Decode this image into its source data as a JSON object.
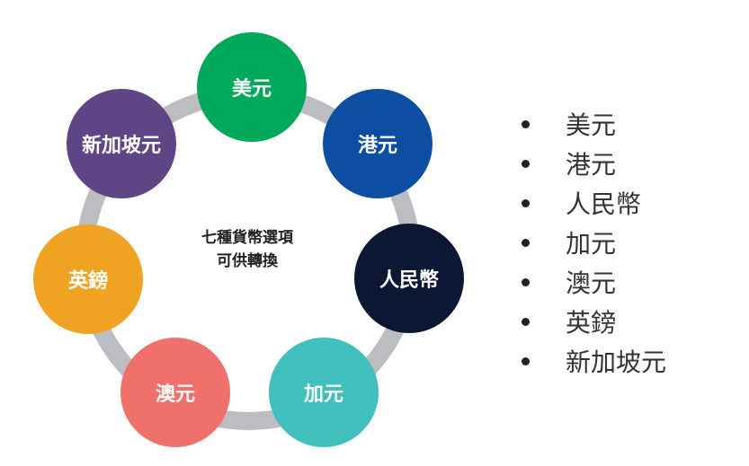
{
  "diagram": {
    "center_lines": [
      "七種貨幣選項",
      "可供轉換"
    ],
    "ring_color": "#bcbdc0",
    "nodes": [
      {
        "label": "美元",
        "color": "#00a859"
      },
      {
        "label": "港元",
        "color": "#0b4ea2"
      },
      {
        "label": "人民幣",
        "color": "#0b1733"
      },
      {
        "label": "加元",
        "color": "#40bfbd"
      },
      {
        "label": "澳元",
        "color": "#f0706b"
      },
      {
        "label": "英鎊",
        "color": "#f0a322"
      },
      {
        "label": "新加坡元",
        "color": "#5e4586"
      }
    ]
  },
  "list": {
    "items": [
      "美元",
      "港元",
      "人民幣",
      "加元",
      "澳元",
      "英鎊",
      "新加坡元"
    ]
  }
}
